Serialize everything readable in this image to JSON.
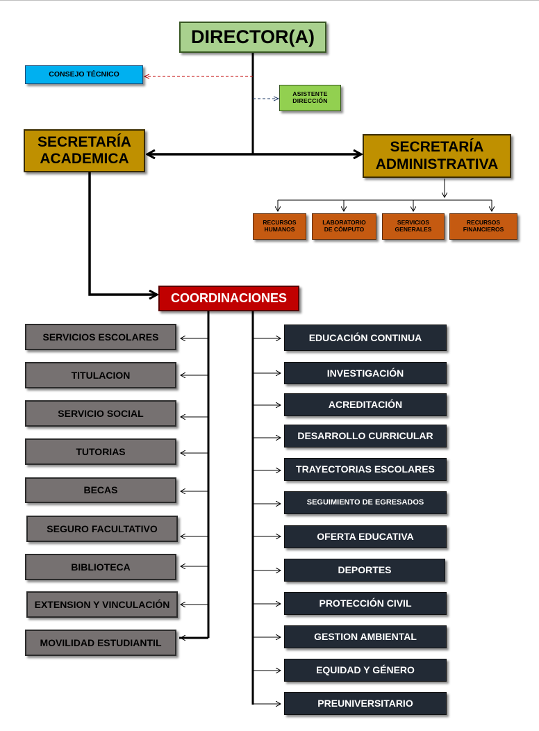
{
  "director": "DIRECTOR(A)",
  "consejo_tecnico": "CONSEJO  TÉCNICO",
  "asistente": "ASISTENTE\nDIRECCIÓN",
  "secretaria_academica": "SECRETARÍA\nACADEMICA",
  "secretaria_administrativa": "SECRETARÍA\nADMINISTRATIVA",
  "administrativa_units": [
    "RECURSOS\nHUMANOS",
    "LABORATORIO\nDE CÓMPUTO",
    "SERVICIOS\nGENERALES",
    "RECURSOS\nFINANCIEROS"
  ],
  "coordinaciones": "COORDINACIONES",
  "left_coordinaciones": [
    "SERVICIOS ESCOLARES",
    "TITULACION",
    "SERVICIO SOCIAL",
    "TUTORIAS",
    "BECAS",
    "SEGURO FACULTATIVO",
    "BIBLIOTECA",
    "EXTENSION Y VINCULACIÓN",
    "MOVILIDAD ESTUDIANTIL"
  ],
  "right_coordinaciones": [
    "EDUCACIÓN  CONTINUA",
    "INVESTIGACIÓN",
    "ACREDITACIÓN",
    "DESARROLLO CURRICULAR",
    "TRAYECTORIAS ESCOLARES",
    "SEGUIMIENTO  DE EGRESADOS",
    "OFERTA EDUCATIVA",
    "DEPORTES",
    "PROTECCIÓN CIVIL",
    "GESTION AMBIENTAL",
    "EQUIDAD Y GÉNERO",
    "PREUNIVERSITARIO"
  ]
}
